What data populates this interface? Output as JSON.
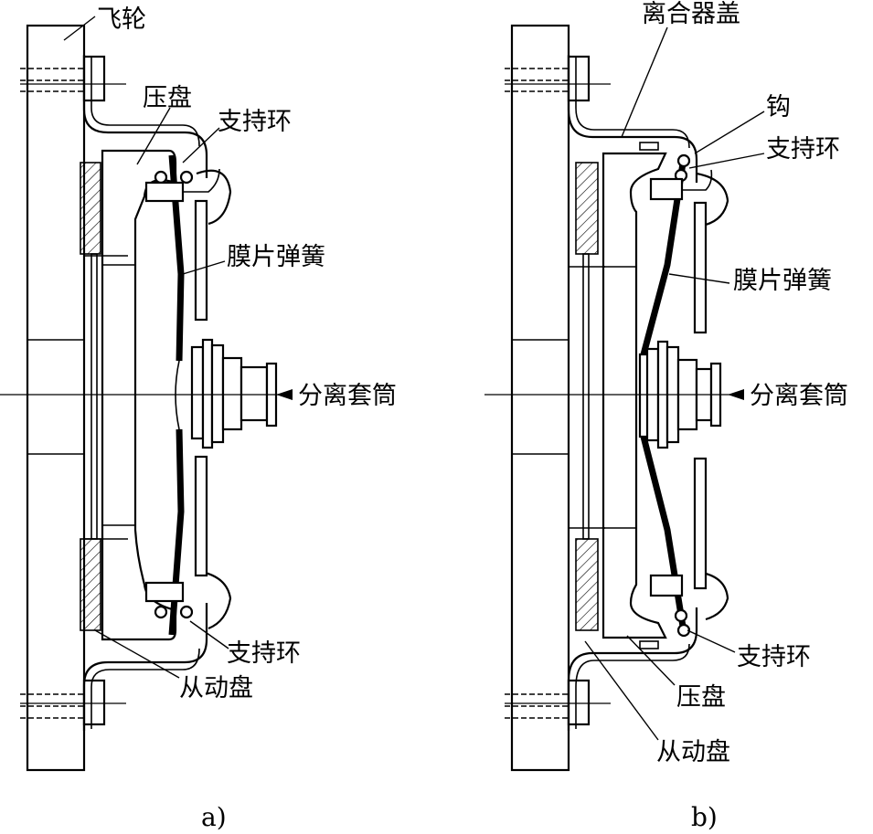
{
  "figure_a": {
    "caption": "a)",
    "labels": {
      "flywheel": "飞轮",
      "pressure_plate": "压盘",
      "support_ring_top": "支持环",
      "diaphragm_spring": "膜片弹簧",
      "release_sleeve": "分离套筒",
      "support_ring_bottom": "支持环",
      "driven_disc": "从动盘"
    }
  },
  "figure_b": {
    "caption": "b)",
    "labels": {
      "clutch_cover": "离合器盖",
      "hook": "钩",
      "support_ring_top": "支持环",
      "diaphragm_spring": "膜片弹簧",
      "release_sleeve": "分离套筒",
      "support_ring_bottom": "支持环",
      "pressure_plate": "压盘",
      "driven_disc": "从动盘"
    }
  }
}
